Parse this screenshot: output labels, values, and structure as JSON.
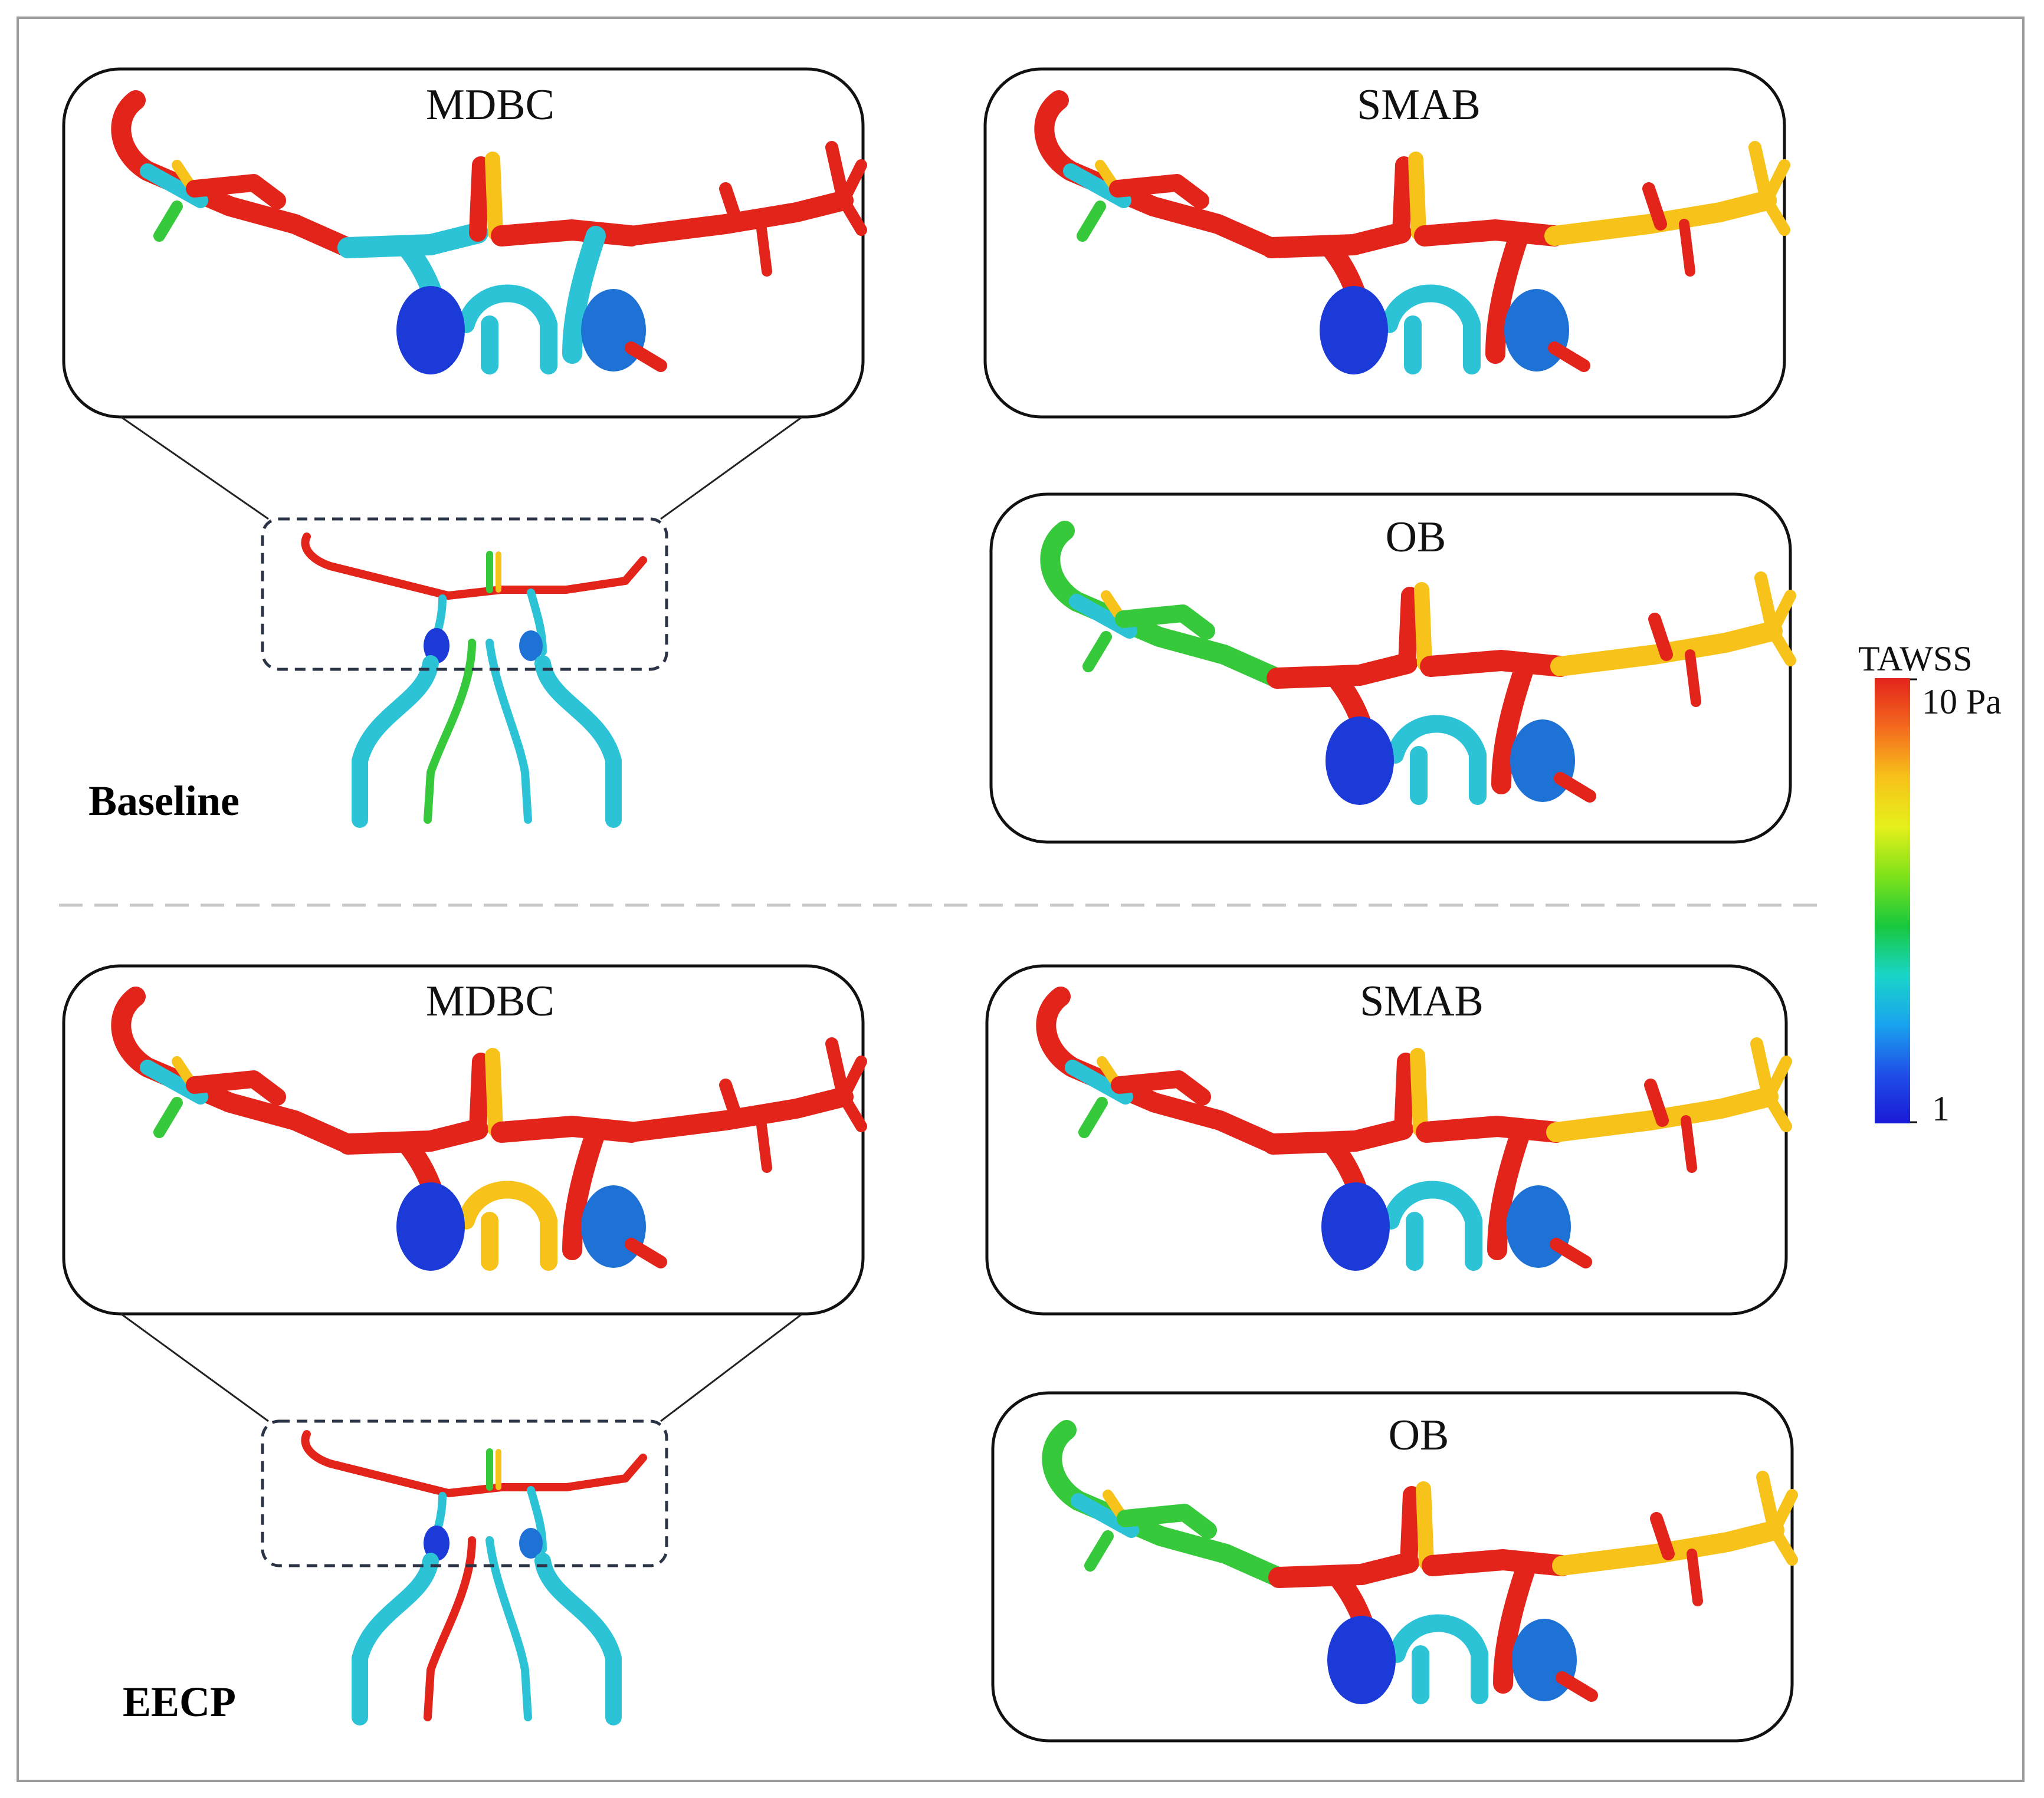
{
  "rows": [
    {
      "label": "Baseline",
      "panels": [
        {
          "key": "mdbc",
          "title": "MDBC"
        },
        {
          "key": "smab",
          "title": "SMAB"
        },
        {
          "key": "ob",
          "title": "OB"
        }
      ]
    },
    {
      "label": "EECP",
      "panels": [
        {
          "key": "mdbc",
          "title": "MDBC"
        },
        {
          "key": "smab",
          "title": "SMAB"
        },
        {
          "key": "ob",
          "title": "OB"
        }
      ]
    }
  ],
  "legend": {
    "title": "TAWSS",
    "max_label": "10 Pa",
    "min_label": "1",
    "colors": [
      "#e3241b",
      "#f46a1e",
      "#f7c21a",
      "#e6f01a",
      "#7fe21a",
      "#18c83c",
      "#19d5c8",
      "#1aa3ee",
      "#1f4fe8",
      "#1a1ad6"
    ]
  },
  "colors": {
    "high": "#e3241b",
    "mid_high": "#f7c21a",
    "mid": "#37c93c",
    "mid_low": "#2dc3d6",
    "low": "#1c3ad8",
    "frame": "#111111",
    "dashed_box": "#2b3346",
    "separator": "#c7c7c7"
  }
}
